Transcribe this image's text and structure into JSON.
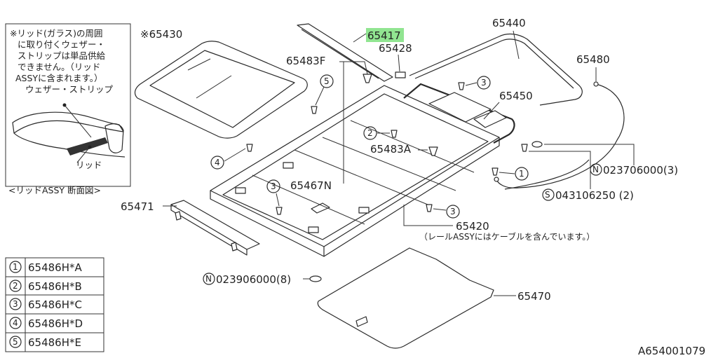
{
  "labels": {
    "p65430": "※65430",
    "p65417": "65417",
    "p65428": "65428",
    "p65440": "65440",
    "p65480": "65480",
    "p65483F": "65483F",
    "p65450": "65450",
    "p65483A": "65483A",
    "p65467N": "65467N",
    "p65471": "65471",
    "p65420": "65420",
    "p65470": "65470",
    "n023706000": "023706000(3)",
    "s043106250": "043106250 (2)",
    "n023906000": "023906000(8)",
    "rail_note": "（レールASSYにはケーブルを含んでいます。）",
    "drawing_no": "A654001079"
  },
  "prefix": {
    "N": "N",
    "S": "S"
  },
  "callouts": {
    "c1": "1",
    "c2": "2",
    "c3": "3",
    "c4": "4",
    "c5": "5"
  },
  "inset": {
    "note_lines": [
      "※リッド(ガラス)の周囲",
      "に取り付くウェザー・",
      "ストリップは単品供給",
      "できません。（リッド",
      "ASSYに含まれます。）"
    ],
    "weather_strip_label": "ウェザー・ストリップ",
    "lid_label": "リッド",
    "caption": "<リッドASSY 断面図>"
  },
  "legend": [
    {
      "num": "1",
      "part": "65486H*A"
    },
    {
      "num": "2",
      "part": "65486H*B"
    },
    {
      "num": "3",
      "part": "65486H*C"
    },
    {
      "num": "4",
      "part": "65486H*D"
    },
    {
      "num": "5",
      "part": "65486H*E"
    }
  ],
  "colors": {
    "highlight": "#7ee07e",
    "line": "#2a2a2a"
  }
}
